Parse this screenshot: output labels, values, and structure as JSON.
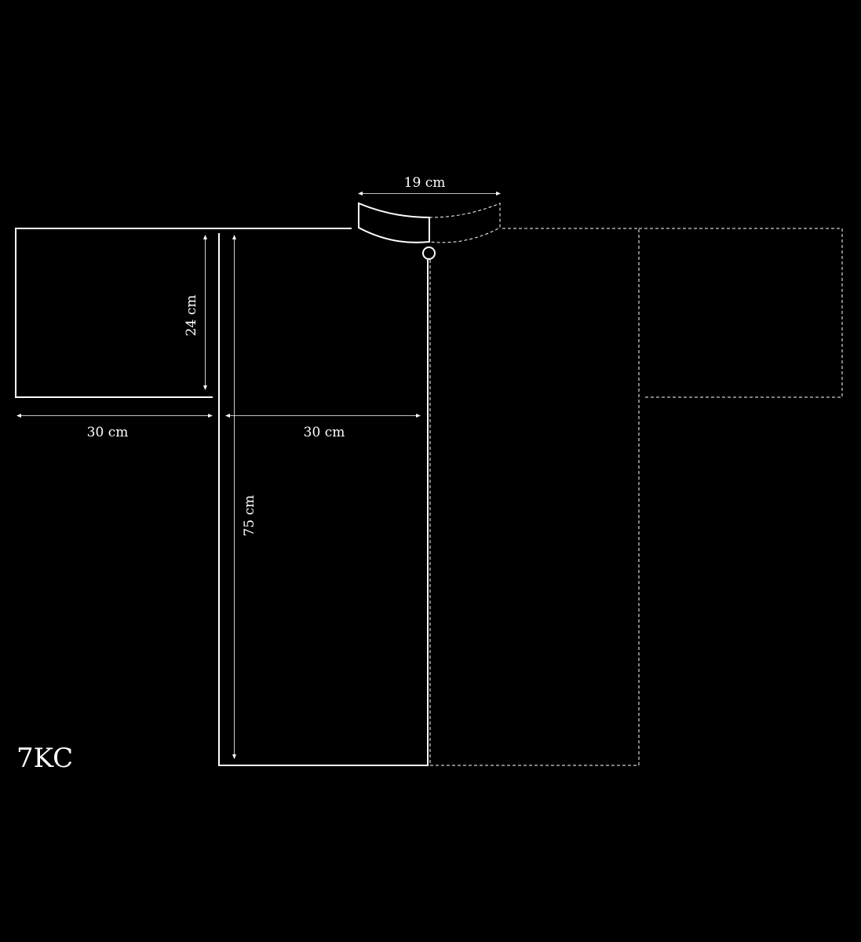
{
  "colors": {
    "background": "#000000",
    "line": "#ffffff"
  },
  "brand": {
    "logo_text": "7KC"
  },
  "dimensions": {
    "collar_width": "19 cm",
    "sleeve_height": "24 cm",
    "sleeve_length": "30 cm",
    "body_half_width": "30 cm",
    "body_length": "75 cm"
  }
}
